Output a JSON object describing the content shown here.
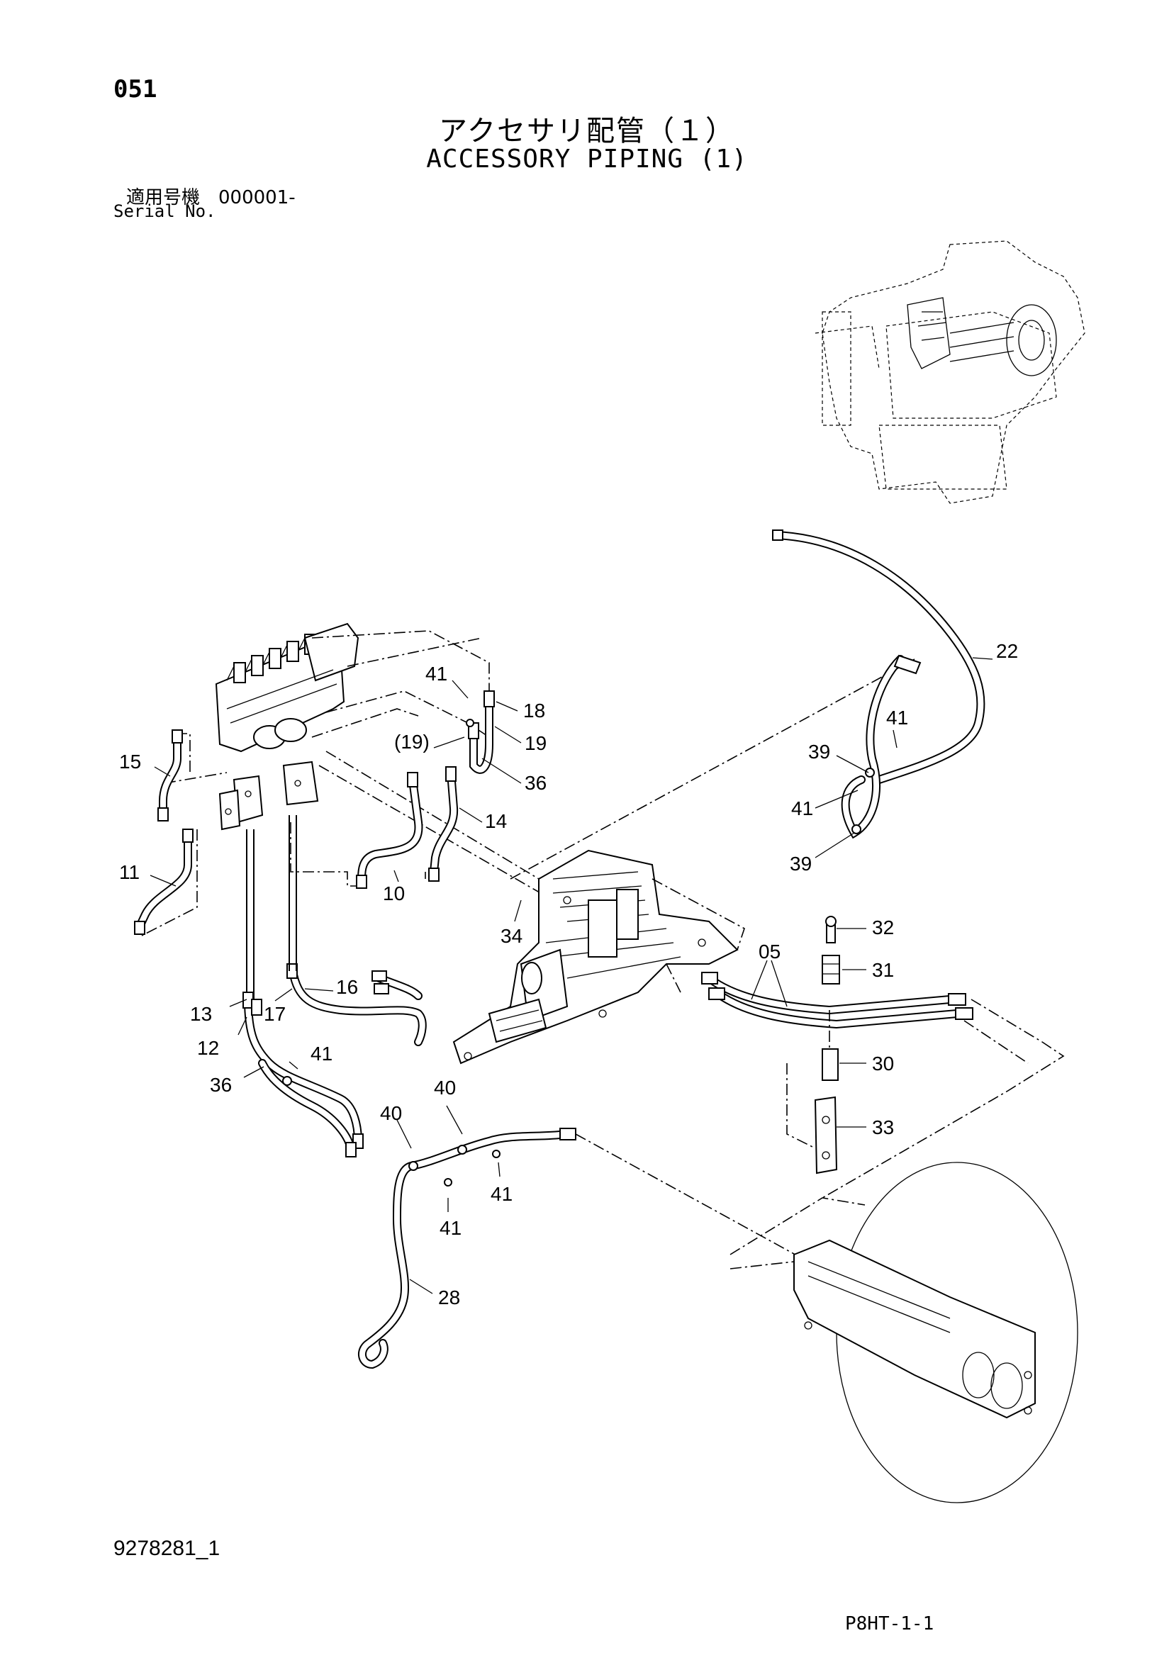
{
  "header": {
    "page_number": "051",
    "title_ja": "アクセサリ配管（１）",
    "title_en": "ACCESSORY PIPING (1)",
    "serial_label_ja": "適用号機　000001-",
    "serial_label_en": "Serial No."
  },
  "footer": {
    "document_code": "9278281_1",
    "sheet_code": "P8HT-1-1"
  },
  "callouts": [
    {
      "id": "c22",
      "label": "22"
    },
    {
      "id": "c41a",
      "label": "41"
    },
    {
      "id": "c18",
      "label": "18"
    },
    {
      "id": "c19",
      "label": "19"
    },
    {
      "id": "c19p",
      "label": "(19)"
    },
    {
      "id": "c36a",
      "label": "36"
    },
    {
      "id": "c15",
      "label": "15"
    },
    {
      "id": "c14",
      "label": "14"
    },
    {
      "id": "c41b",
      "label": "41"
    },
    {
      "id": "c39a",
      "label": "39"
    },
    {
      "id": "c41c",
      "label": "41"
    },
    {
      "id": "c39b",
      "label": "39"
    },
    {
      "id": "c11",
      "label": "11"
    },
    {
      "id": "c10",
      "label": "10"
    },
    {
      "id": "c34",
      "label": "34"
    },
    {
      "id": "c32",
      "label": "32"
    },
    {
      "id": "c05",
      "label": "05"
    },
    {
      "id": "c31",
      "label": "31"
    },
    {
      "id": "c16",
      "label": "16"
    },
    {
      "id": "c13",
      "label": "13"
    },
    {
      "id": "c17",
      "label": "17"
    },
    {
      "id": "c12",
      "label": "12"
    },
    {
      "id": "c41d",
      "label": "41"
    },
    {
      "id": "c36b",
      "label": "36"
    },
    {
      "id": "c30",
      "label": "30"
    },
    {
      "id": "c40a",
      "label": "40"
    },
    {
      "id": "c40b",
      "label": "40"
    },
    {
      "id": "c33",
      "label": "33"
    },
    {
      "id": "c41e",
      "label": "41"
    },
    {
      "id": "c41f",
      "label": "41"
    },
    {
      "id": "c28",
      "label": "28"
    }
  ]
}
